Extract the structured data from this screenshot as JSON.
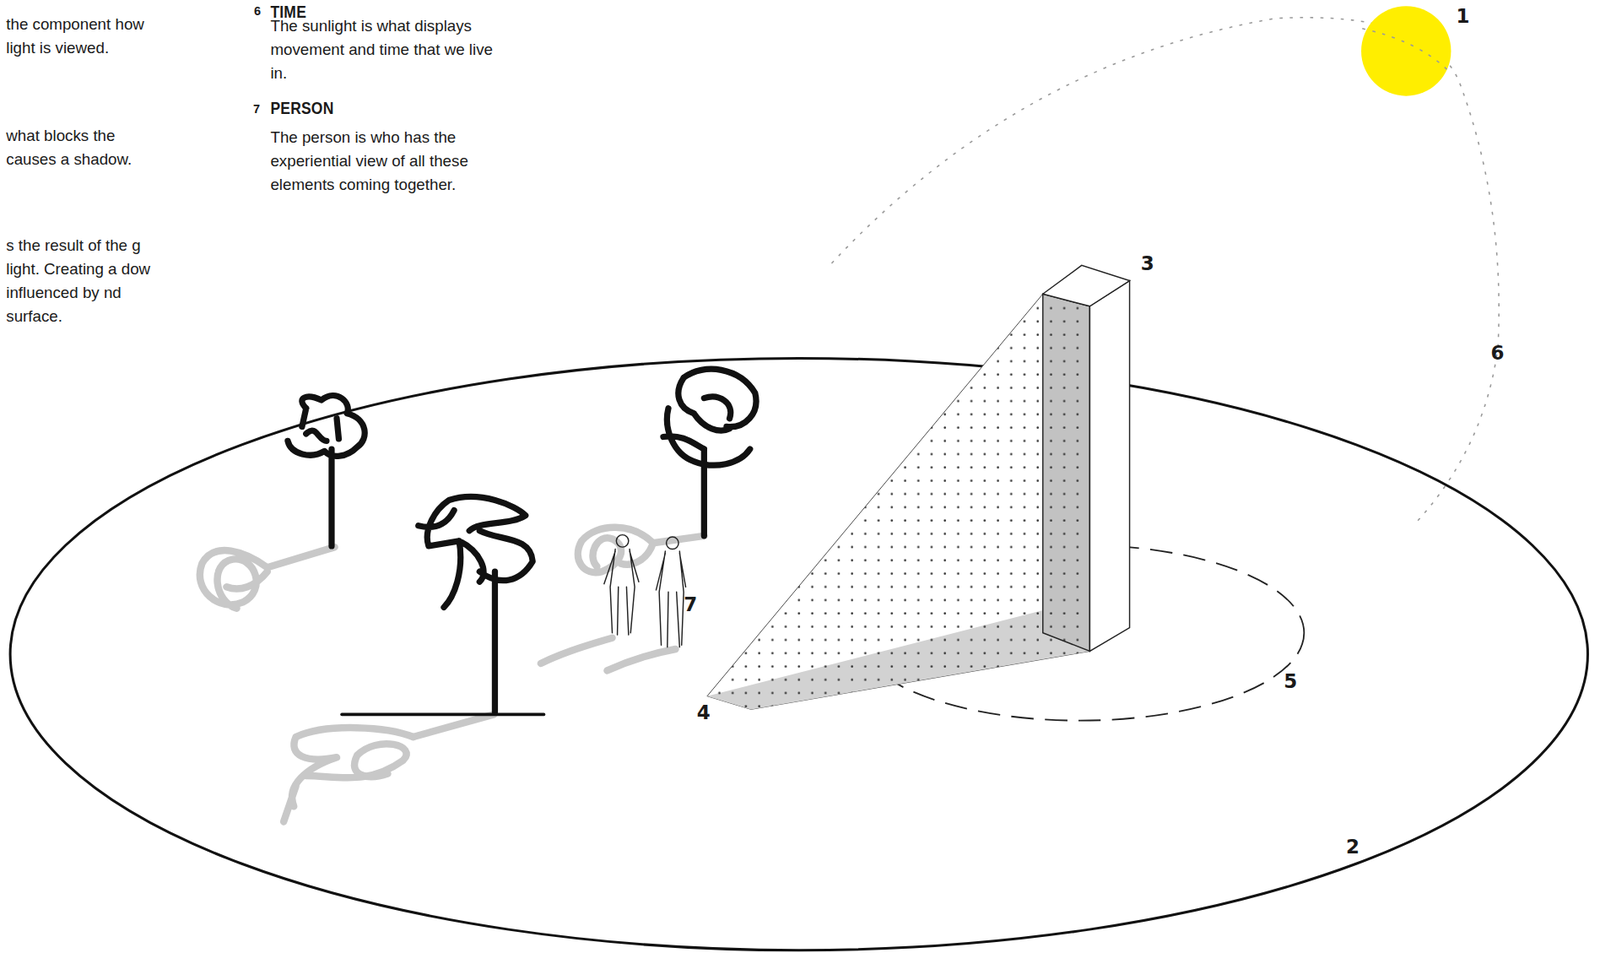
{
  "diagram": {
    "labels": [
      "the component how light is viewed.",
      "what blocks the causes a shadow.",
      "s the result of the g light. Creating a dow influenced by nd surface.",
      "6",
      "TIME",
      "The sunlight is what displays movement and time that we live in.",
      "7",
      "PERSON",
      "The person is who has the experiential view of all these elements coming together.",
      "1",
      "3",
      "6",
      "7",
      "4",
      "5",
      "2"
    ]
  }
}
